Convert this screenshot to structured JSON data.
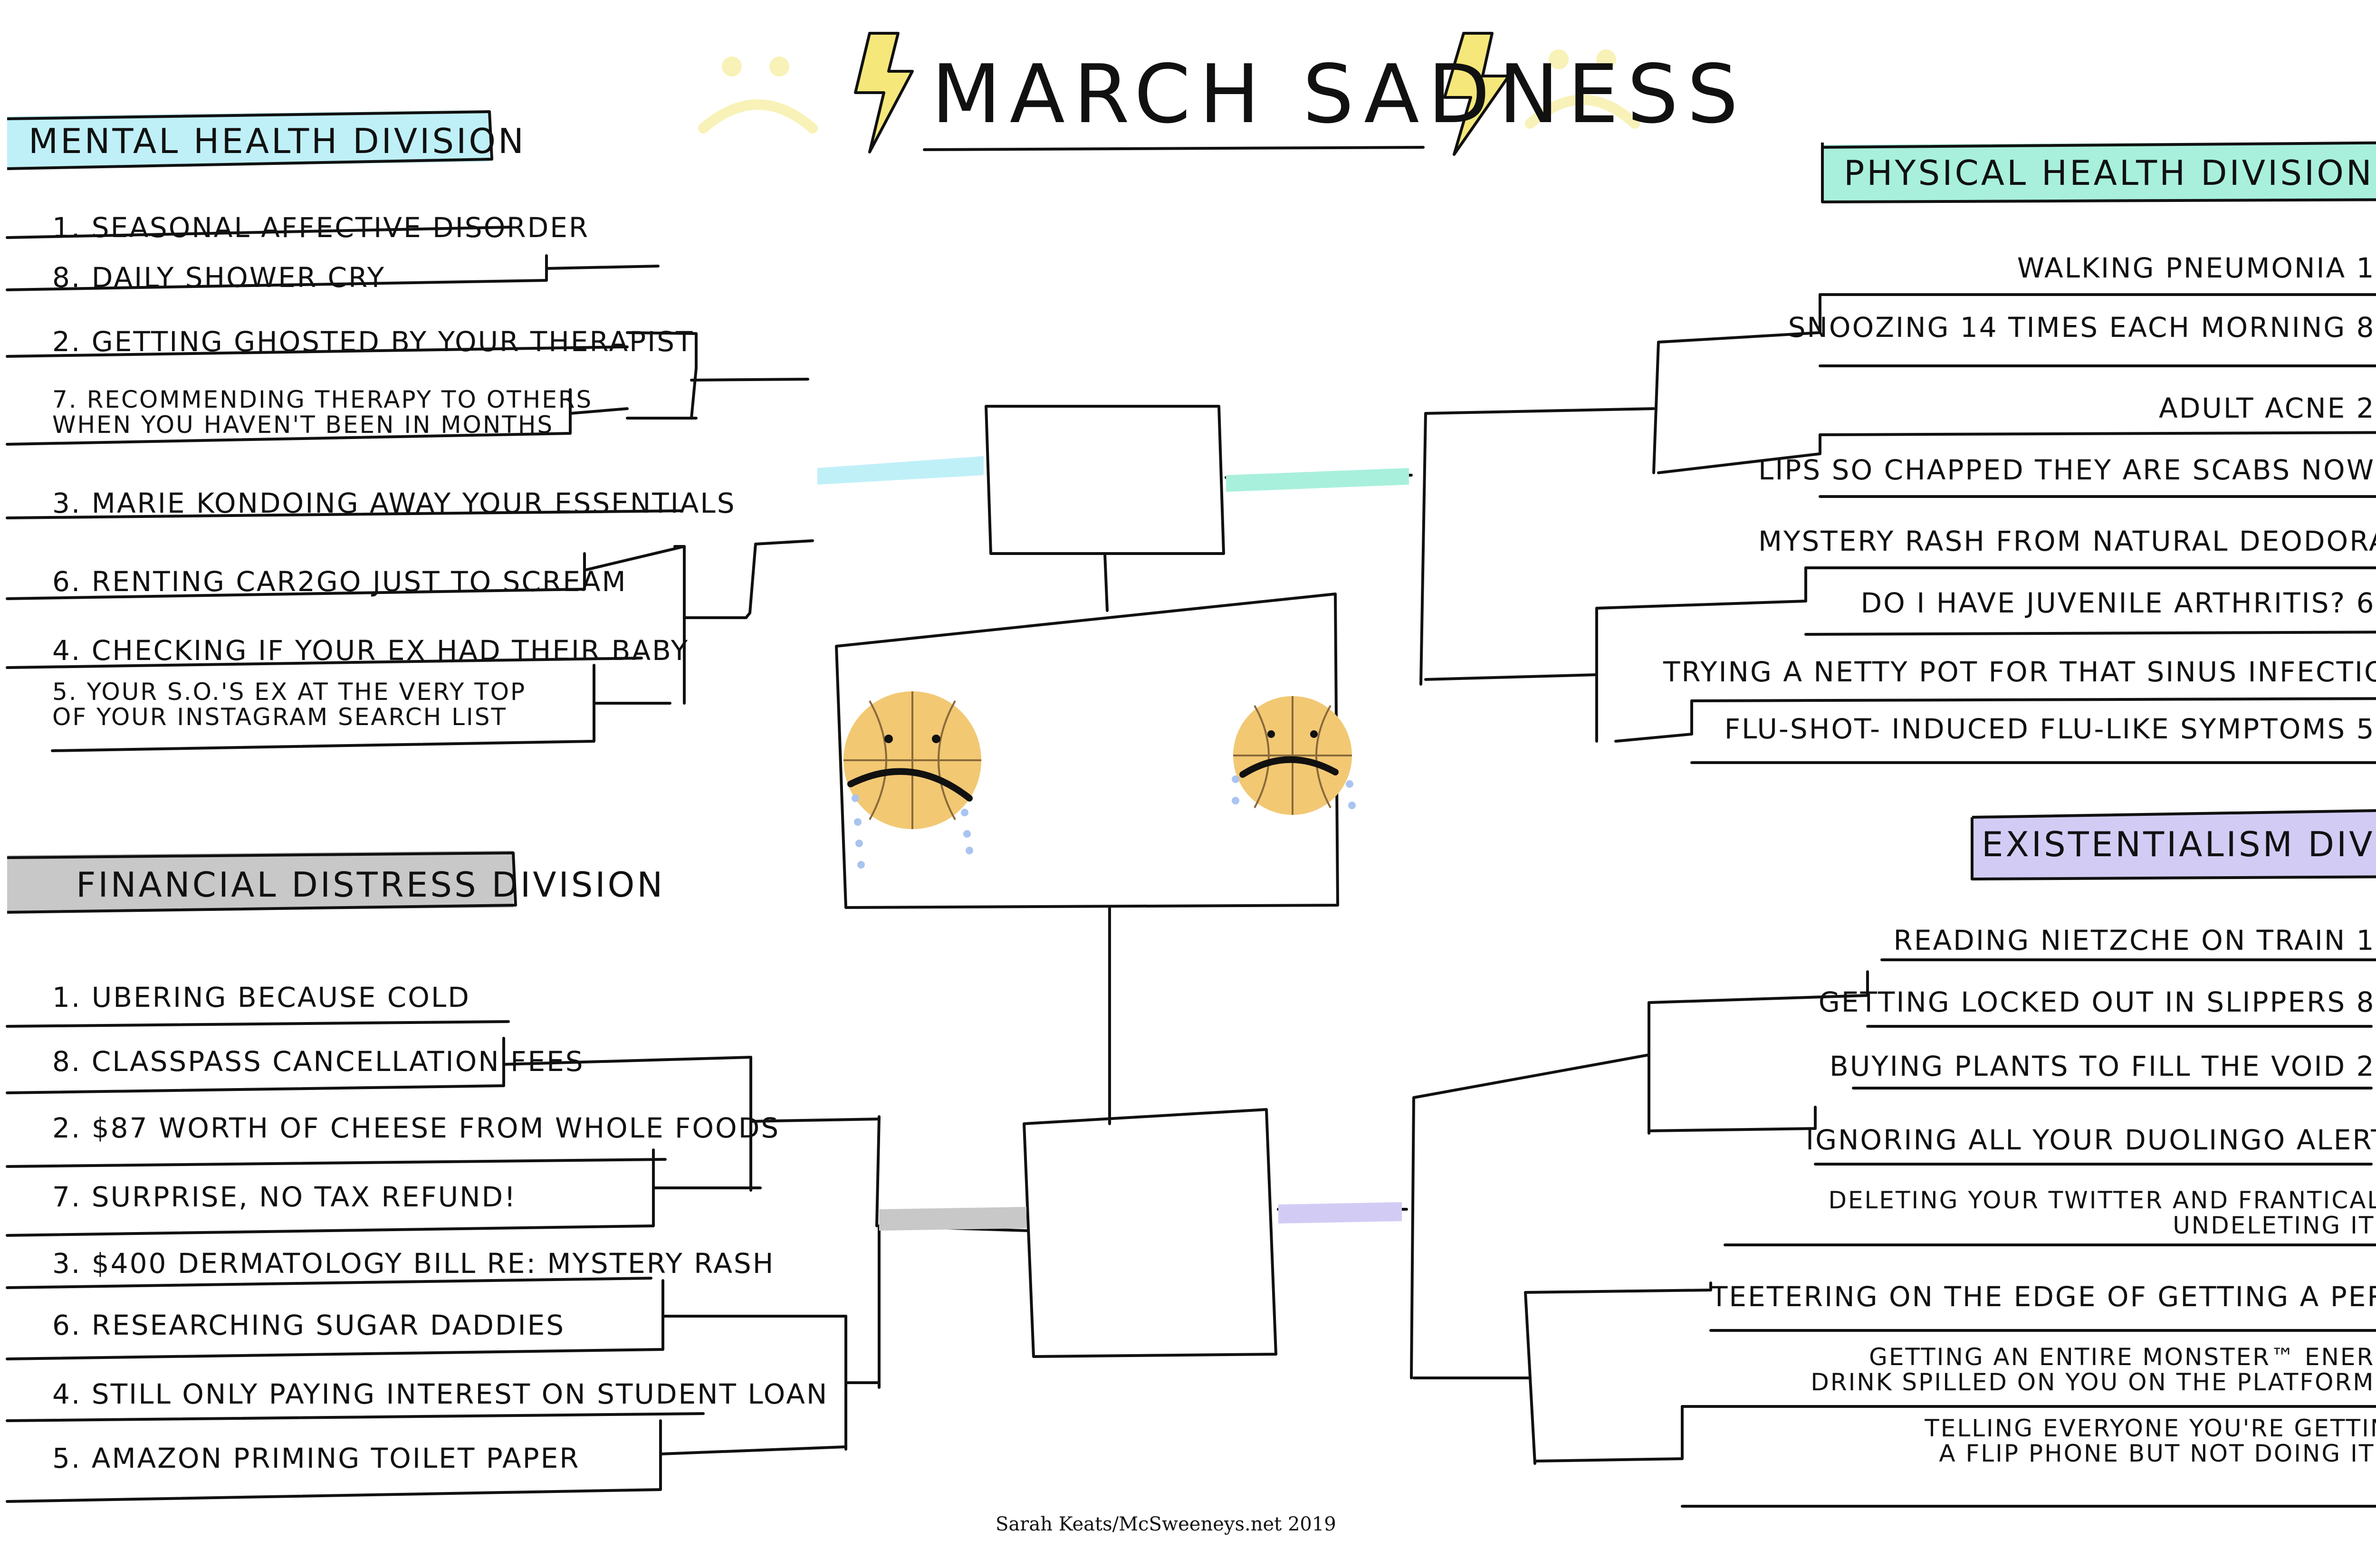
{
  "title": "MARCH SADNESS",
  "credit": "Sarah Keats/McSweeneys.net 2019",
  "colors": {
    "mental": "#bff0f8",
    "physical": "#a8f0dc",
    "financial": "#c8c8c8",
    "existential": "#d2ccf5",
    "ball": "#f2c873",
    "tears": "#a9c4f0",
    "sad_face": "#f8f2b8",
    "bolt": "#f5e77a"
  },
  "icons": [
    "frown-icon",
    "lightning-bolt-icon",
    "crying-basketball-icon"
  ],
  "divisions": {
    "mental": {
      "name": "MENTAL HEALTH DIVISION",
      "teams": [
        {
          "seed": "1.",
          "lines": [
            "SEASONAL AFFECTIVE DISORDER"
          ]
        },
        {
          "seed": "8.",
          "lines": [
            "DAILY SHOWER CRY"
          ]
        },
        {
          "seed": "2.",
          "lines": [
            "GETTING GHOSTED BY YOUR THERAPIST"
          ]
        },
        {
          "seed": "7.",
          "lines": [
            "RECOMMENDING THERAPY TO OTHERS",
            "WHEN YOU HAVEN'T BEEN IN MONTHS"
          ]
        },
        {
          "seed": "3.",
          "lines": [
            "MARIE KONDOING AWAY YOUR ESSENTIALS"
          ]
        },
        {
          "seed": "6.",
          "lines": [
            "RENTING CAR2GO JUST TO SCREAM"
          ]
        },
        {
          "seed": "4.",
          "lines": [
            "CHECKING IF YOUR EX HAD THEIR BABY"
          ]
        },
        {
          "seed": "5.",
          "lines": [
            "YOUR S.O.'S EX AT THE VERY TOP",
            "OF YOUR INSTAGRAM SEARCH LIST"
          ]
        }
      ]
    },
    "physical": {
      "name": "PHYSICAL HEALTH DIVISION",
      "teams": [
        {
          "seed": "1.",
          "lines": [
            "WALKING PNEUMONIA"
          ]
        },
        {
          "seed": "8.",
          "lines": [
            "SNOOZING 14 TIMES EACH MORNING"
          ]
        },
        {
          "seed": "2.",
          "lines": [
            "ADULT ACNE"
          ]
        },
        {
          "seed": "7.",
          "lines": [
            "LIPS SO CHAPPED THEY ARE SCABS NOW"
          ]
        },
        {
          "seed": "3.",
          "lines": [
            "MYSTERY RASH FROM NATURAL DEODORANT"
          ]
        },
        {
          "seed": "6.",
          "lines": [
            "DO I HAVE JUVENILE ARTHRITIS?"
          ]
        },
        {
          "seed": "4.",
          "lines": [
            "TRYING A NETTY POT FOR THAT SINUS INFECTION"
          ]
        },
        {
          "seed": "5.",
          "lines": [
            "FLU-SHOT- INDUCED FLU-LIKE SYMPTOMS"
          ]
        }
      ]
    },
    "financial": {
      "name": "FINANCIAL DISTRESS DIVISION",
      "teams": [
        {
          "seed": "1.",
          "lines": [
            "UBERING BECAUSE COLD"
          ]
        },
        {
          "seed": "8.",
          "lines": [
            "CLASSPASS CANCELLATION FEES"
          ]
        },
        {
          "seed": "2.",
          "lines": [
            "$87 WORTH OF CHEESE FROM WHOLE FOODS"
          ]
        },
        {
          "seed": "7.",
          "lines": [
            "SURPRISE, NO TAX REFUND!"
          ]
        },
        {
          "seed": "3.",
          "lines": [
            "$400 DERMATOLOGY BILL RE: MYSTERY RASH"
          ]
        },
        {
          "seed": "6.",
          "lines": [
            "RESEARCHING SUGAR DADDIES"
          ]
        },
        {
          "seed": "4.",
          "lines": [
            "STILL ONLY PAYING INTEREST ON STUDENT LOAN"
          ]
        },
        {
          "seed": "5.",
          "lines": [
            "AMAZON PRIMING TOILET PAPER"
          ]
        }
      ]
    },
    "existential": {
      "name": "EXISTENTIALISM DIVISION",
      "teams": [
        {
          "seed": "1.",
          "lines": [
            "READING NIETZCHE ON TRAIN"
          ]
        },
        {
          "seed": "8.",
          "lines": [
            "GETTING LOCKED OUT IN SLIPPERS"
          ]
        },
        {
          "seed": "2.",
          "lines": [
            "BUYING PLANTS TO FILL THE VOID"
          ]
        },
        {
          "seed": "7.",
          "lines": [
            "IGNORING ALL YOUR DUOLINGO ALERTS"
          ]
        },
        {
          "seed": "3.",
          "lines": [
            "DELETING YOUR TWITTER AND FRANTICALLY",
            "UNDELETING IT"
          ]
        },
        {
          "seed": "6.",
          "lines": [
            "TEETERING ON THE EDGE OF GETTING A PERM"
          ]
        },
        {
          "seed": "4.",
          "lines": [
            "GETTING AN ENTIRE MONSTER™ ENERGY",
            "DRINK SPILLED ON YOU ON THE PLATFORM"
          ]
        },
        {
          "seed": "5.",
          "lines": [
            "TELLING EVERYONE YOU'RE GETTING",
            "A FLIP PHONE BUT NOT DOING IT"
          ]
        }
      ]
    }
  }
}
